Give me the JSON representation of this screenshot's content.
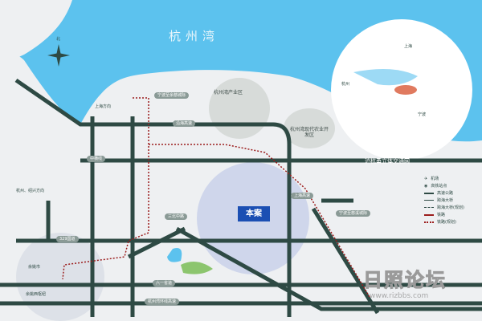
{
  "colors": {
    "sea": "#5cc2ee",
    "land": "#eef0f2",
    "road": "#2e4a44",
    "rail": "#9b1c1c",
    "zone": "#c7d0e8",
    "case": "#1b4fb3"
  },
  "map": {
    "bay_name": "杭州湾",
    "project_label": "本案",
    "zones": [
      "杭州湾产业区",
      "杭州湾现代农业开发区"
    ],
    "directions": {
      "shanghai": "上海方向",
      "hangzhou": "杭州、绍兴方向"
    },
    "roads": [
      "沿海高速",
      "中横线",
      "329国道",
      "六一省道",
      "杭州湾环线高速",
      "三北中路",
      "上海高速"
    ],
    "rail_label": "宁波至余慈城际",
    "rail_label_2": "宁波至慈溪城际",
    "places": [
      "余姚市",
      "余姚西枢纽"
    ],
    "compass": "北"
  },
  "inset": {
    "title": "沪杭甬立体交通网",
    "cities": [
      "上海",
      "杭州",
      "宁波"
    ]
  },
  "legend": {
    "items": [
      {
        "icon": "airport-icon",
        "label": "机场"
      },
      {
        "icon": "station-icon",
        "label": "高铁站点"
      },
      {
        "icon": "highway-line",
        "label": "高速公路"
      },
      {
        "icon": "bridge-line",
        "label": "跨海大桥"
      },
      {
        "icon": "bridge-planned-line",
        "label": "跨海大桥(规划)"
      },
      {
        "icon": "rail-line",
        "label": "铁路"
      },
      {
        "icon": "rail-planned-line",
        "label": "铁路(规划)"
      }
    ]
  },
  "watermark": {
    "text": "日照论坛",
    "url": "www.rizbbs.com"
  }
}
